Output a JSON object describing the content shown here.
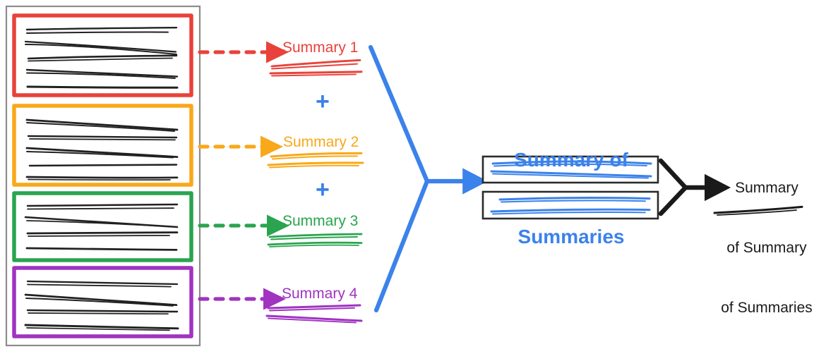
{
  "diagram": {
    "title_text_blocks": {
      "summary_of_summaries": "Summary of\nSummaries",
      "final_summary": "Summary\nof Summary\nof Summaries"
    },
    "colors": {
      "red": "#e8423a",
      "orange": "#f9a81a",
      "green": "#2aa44f",
      "purple": "#a033c0",
      "blue": "#3b82ea",
      "black": "#1a1a1a",
      "gray_box": "#8c8c8c",
      "white": "#ffffff"
    },
    "outer_container": {
      "name": "source-documents-container",
      "border_color": "#8c8c8c"
    },
    "document_groups": [
      {
        "id": "group-1",
        "color": "#e8423a",
        "color_name": "red",
        "line_count": 5,
        "arrow_label": "dashed-arrow-red"
      },
      {
        "id": "group-2",
        "color": "#f9a81a",
        "color_name": "orange",
        "line_count": 5,
        "arrow_label": "dashed-arrow-orange"
      },
      {
        "id": "group-3",
        "color": "#2aa44f",
        "color_name": "green",
        "line_count": 4,
        "arrow_label": "dashed-arrow-green"
      },
      {
        "id": "group-4",
        "color": "#a033c0",
        "color_name": "purple",
        "line_count": 4,
        "arrow_label": "dashed-arrow-purple"
      }
    ],
    "summaries": [
      {
        "label": "Summary 1",
        "color": "#e8423a"
      },
      {
        "label": "Summary 2",
        "color": "#f9a81a"
      },
      {
        "label": "Summary 3",
        "color": "#2aa44f"
      },
      {
        "label": "Summary 4",
        "color": "#a033c0"
      }
    ],
    "operators": [
      {
        "symbol": "+",
        "color": "#3b82ea"
      },
      {
        "symbol": "+",
        "color": "#3b82ea"
      }
    ],
    "summary_of_summaries": {
      "title_line_1": "Summary of",
      "title_line_2": "Summaries",
      "color": "#3b82ea",
      "box_count": 2
    },
    "final_output": {
      "line_1": "Summary",
      "line_2": "of Summary",
      "line_3": "of Summaries",
      "color": "#1a1a1a"
    },
    "connectors": {
      "merge_blue": "blue-converging-arrow",
      "merge_black": "black-converging-arrow"
    }
  }
}
